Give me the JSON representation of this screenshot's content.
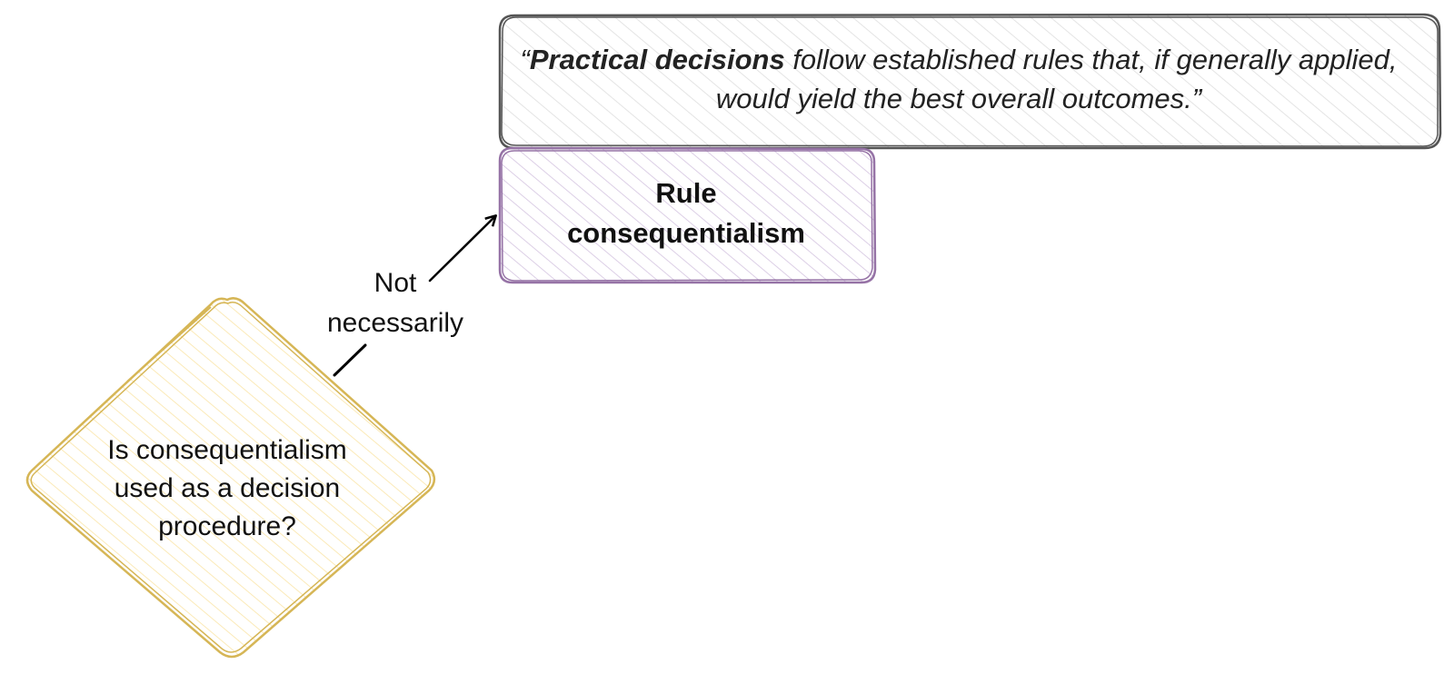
{
  "quote": {
    "open_mark": "“",
    "bold_text": "Practical decisions",
    "rest_text": " follow established rules that, if generally applied, would yield the best overall outcomes.”"
  },
  "rule_box": {
    "line1": "Rule",
    "line2": "consequentialism"
  },
  "edge": {
    "line1": "Not",
    "line2": "necessarily"
  },
  "diamond": {
    "line1": "Is consequentialism",
    "line2": "used as a decision",
    "line3": "procedure?"
  },
  "colors": {
    "quote_stroke": "#555555",
    "quote_hatch": "#e6e6e6",
    "rule_stroke": "#9673a6",
    "rule_hatch": "#e1d5e7",
    "diamond_stroke": "#d6b656",
    "diamond_hatch": "#fff2cc",
    "arrow": "#000000"
  }
}
